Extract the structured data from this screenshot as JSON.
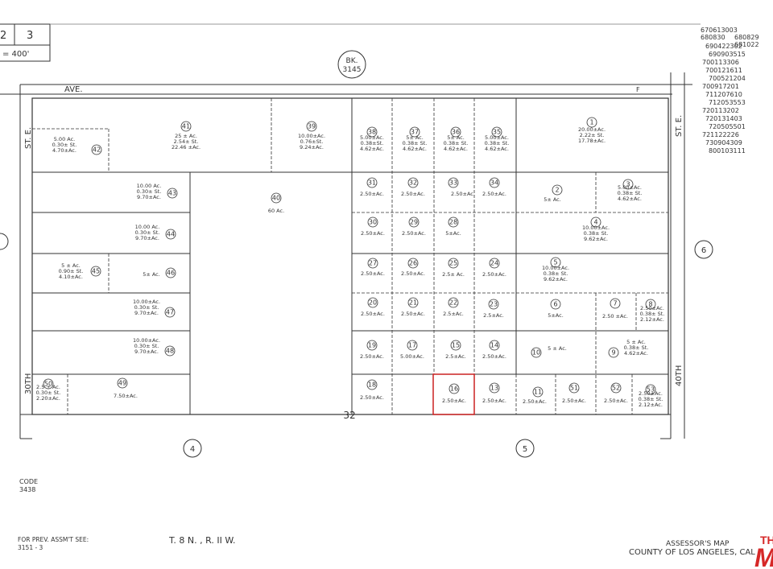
{
  "header": {
    "index_left": "2",
    "index_right": "3",
    "scale": "= 400'",
    "book_label": "BK.",
    "book_number": "3145"
  },
  "streets": {
    "top_left": "AVE.",
    "top_right": "F",
    "left": "30TH   ST. E.",
    "left_top": "ST. E.",
    "left_bottom": "30TH",
    "right_top": "ST. E.",
    "right_bottom": "40TH"
  },
  "section": {
    "number": "32",
    "adjacent_right_top": "6",
    "adjacent_bottom_left": "4",
    "adjacent_bottom_right": "5"
  },
  "right_column_ids": [
    "670613003",
    "680829",
    "680830",
    "681022",
    "690422302",
    "690903515",
    "700113306",
    "700121611",
    "700521204",
    "700917201",
    "711207610",
    "712053553",
    "720113202",
    "720131403",
    "720505501",
    "721122226",
    "730904309",
    "800103111"
  ],
  "parcels": [
    {
      "id": "42",
      "area": "5.00 Ac.",
      "sub": "0.30± St.",
      "net": "4.70±Ac."
    },
    {
      "id": "41",
      "area": "25 ± Ac.",
      "sub": "2.54± St.",
      "net": "22.46 ±Ac."
    },
    {
      "id": "39",
      "area": "10.00±Ac.",
      "sub": "0.76±St.",
      "net": "9.24±Ac."
    },
    {
      "id": "38",
      "area": "5.00±Ac.",
      "sub": "0.38±St.",
      "net": "4.62±Ac."
    },
    {
      "id": "37",
      "area": "5± Ac.",
      "sub": "0.38± St.",
      "net": "4.62±Ac."
    },
    {
      "id": "36",
      "area": "5± Ac.",
      "sub": "0.38± St.",
      "net": "4.62±Ac."
    },
    {
      "id": "35",
      "area": "5.00±Ac.",
      "sub": "0.38± St.",
      "net": "4.62±Ac."
    },
    {
      "id": "1",
      "area": "20.00±Ac.",
      "sub": "2.22± St.",
      "net": "17.78±Ac."
    },
    {
      "id": "43",
      "area": "10.00 Ac.",
      "sub": "0.30± St.",
      "net": "9.70±Ac."
    },
    {
      "id": "40",
      "area": "60 Ac."
    },
    {
      "id": "31",
      "area": "2.50±Ac."
    },
    {
      "id": "32",
      "area": "2.50±Ac."
    },
    {
      "id": "33",
      "area": "2.50±Ac."
    },
    {
      "id": "34",
      "area": "2.50±Ac."
    },
    {
      "id": "2",
      "area": "5± Ac."
    },
    {
      "id": "3",
      "area": "5.00±Ac.",
      "sub": "0.38± St.",
      "net": "4.62±Ac."
    },
    {
      "id": "44",
      "area": "10.00 Ac.",
      "sub": "0.30± St.",
      "net": "9.70±Ac."
    },
    {
      "id": "30",
      "area": "2.50±Ac."
    },
    {
      "id": "29",
      "area": "2.50±Ac."
    },
    {
      "id": "28",
      "area": "5±Ac."
    },
    {
      "id": "4",
      "area": "10.00±Ac.",
      "sub": "0.38± St.",
      "net": "9.62±Ac."
    },
    {
      "id": "45",
      "area": "5 ± Ac.",
      "sub": "0.90± St.",
      "net": "4.10±Ac."
    },
    {
      "id": "46",
      "area": "5± Ac."
    },
    {
      "id": "27",
      "area": "2.50±Ac."
    },
    {
      "id": "26",
      "area": "2.50±Ac."
    },
    {
      "id": "25",
      "area": "2.5± Ac."
    },
    {
      "id": "24",
      "area": "2.50±Ac."
    },
    {
      "id": "5",
      "area": "10.00±Ac.",
      "sub": "0.38± St.",
      "net": "9.62±Ac."
    },
    {
      "id": "47",
      "area": "10.00±Ac.",
      "sub": "0.30± St.",
      "net": "9.70±Ac."
    },
    {
      "id": "20",
      "area": "2.50±Ac."
    },
    {
      "id": "21",
      "area": "2.50±Ac."
    },
    {
      "id": "22",
      "area": "2.5±Ac."
    },
    {
      "id": "23",
      "area": "2.5±Ac."
    },
    {
      "id": "6",
      "area": "5±Ac."
    },
    {
      "id": "7",
      "area": "2.50 ±Ac."
    },
    {
      "id": "8",
      "area": "2.50±Ac.",
      "sub": "0.38± St.",
      "net": "2.12±Ac."
    },
    {
      "id": "48",
      "area": "10.00±Ac.",
      "sub": "0.30± St.",
      "net": "9.70±Ac."
    },
    {
      "id": "19",
      "area": "2.50±Ac."
    },
    {
      "id": "17",
      "area": "5.00±Ac."
    },
    {
      "id": "15",
      "area": "2.5±Ac."
    },
    {
      "id": "14",
      "area": "2.50±Ac."
    },
    {
      "id": "10",
      "area": "5 ± Ac."
    },
    {
      "id": "9",
      "area": "5 ± Ac.",
      "sub": "0.38± St.",
      "net": "4.62±Ac."
    },
    {
      "id": "50",
      "area": "2.5 ± Ac.",
      "sub": "0.30± St.",
      "net": "2.20±Ac."
    },
    {
      "id": "49",
      "area": "7.50±Ac."
    },
    {
      "id": "18",
      "area": "2.50±Ac."
    },
    {
      "id": "16",
      "area": "2.50±Ac."
    },
    {
      "id": "13",
      "area": "2.50±Ac."
    },
    {
      "id": "11",
      "area": "2.50±Ac."
    },
    {
      "id": "51",
      "area": "2.50±Ac."
    },
    {
      "id": "52",
      "area": "2.50±Ac."
    },
    {
      "id": "53",
      "area": "2.50±Ac.",
      "sub": "0.38± St.",
      "net": "2.12±Ac."
    }
  ],
  "highlight": {
    "parcel": "16",
    "color": "#cc2222"
  },
  "footer": {
    "code_label": "CODE",
    "code_value": "3438",
    "prev_label": "FOR PREV. ASSM'T SEE:",
    "prev_value": "3151 - 3",
    "township": "T. 8 N. , R. II W.",
    "map_title": "ASSESSOR'S MAP",
    "county": "COUNTY OF LOS ANGELES, CAL",
    "logo_fragment": "TH",
    "logo_letter": "M",
    "logo_color": "#d62828"
  }
}
